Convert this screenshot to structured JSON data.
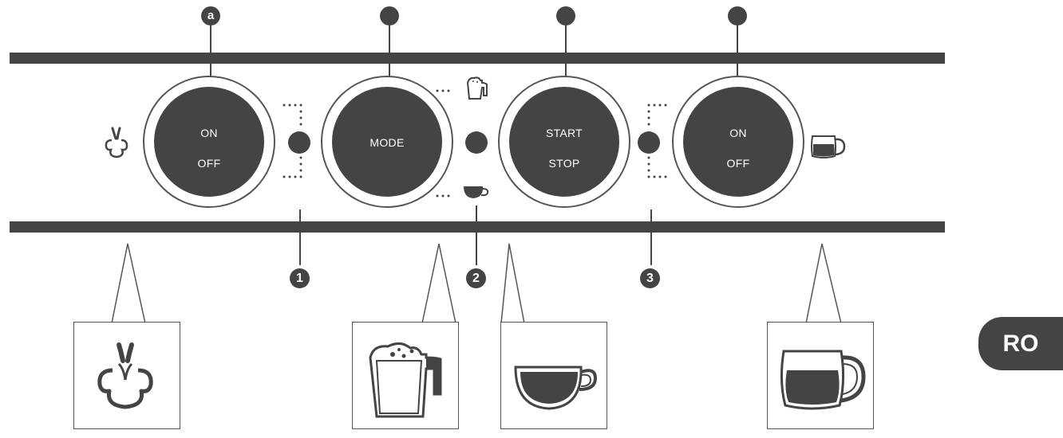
{
  "dials": [
    {
      "id": "steam",
      "line1": "ON",
      "line2": "OFF"
    },
    {
      "id": "mode",
      "label": "MODE"
    },
    {
      "id": "startstop",
      "line1": "START",
      "line2": "STOP"
    },
    {
      "id": "carafe",
      "line1": "ON",
      "line2": "OFF"
    }
  ],
  "pins": [
    "a",
    "",
    "",
    ""
  ],
  "indicators": [
    "1",
    "2",
    "3"
  ],
  "language_tab": "RO",
  "icons": [
    "steam-icon",
    "milk-froth-jug-icon",
    "espresso-cup-icon",
    "coffee-carafe-icon"
  ],
  "colors": {
    "dark": "#444444",
    "background": "#ffffff"
  }
}
